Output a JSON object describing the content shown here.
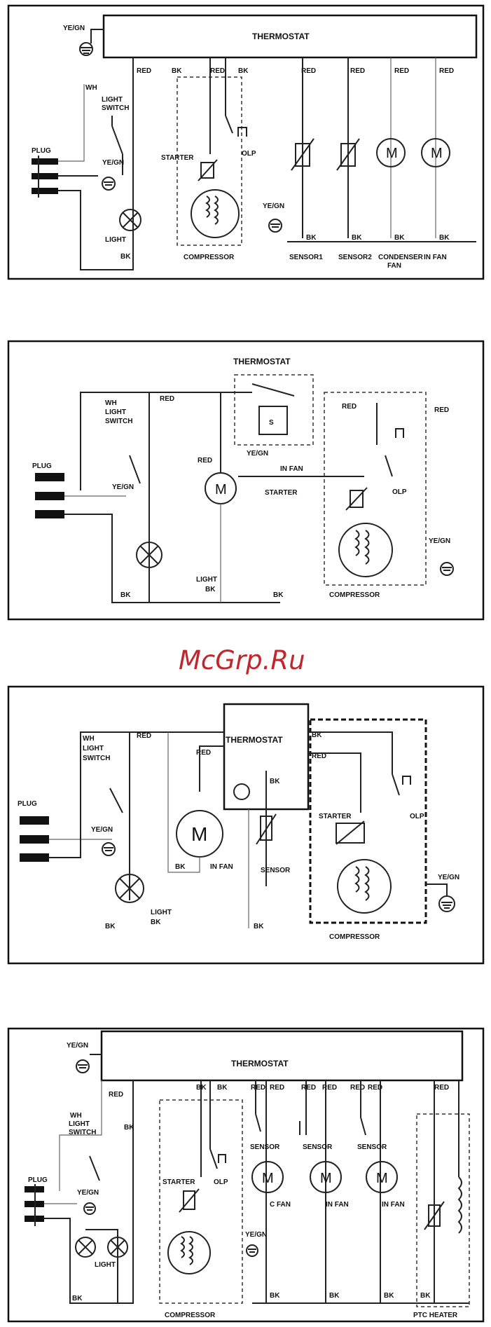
{
  "watermark": "McGrp.Ru",
  "d1": {
    "thermostat": "THERMOSTAT",
    "ygn": "YE/GN",
    "wh": "WH",
    "light_switch": "LIGHT\nSWITCH",
    "plug": "PLUG",
    "ygn2": "YE/GN",
    "light": "LIGHT",
    "bk": "BK",
    "red1": "RED",
    "bk1": "BK",
    "red2": "RED",
    "bk2": "BK",
    "starter": "STARTER",
    "olp": "OLP",
    "ygn3": "YE/GN",
    "compressor": "COMPRESSOR",
    "red3": "RED",
    "red4": "RED",
    "red5": "RED",
    "red6": "RED",
    "bk3": "BK",
    "bk4": "BK",
    "bk5": "BK",
    "bk6": "BK",
    "motor": "M",
    "sensor1": "SENSOR1",
    "sensor2": "SENSOR2",
    "condenser": "CONDENSER\nFAN",
    "infan": "IN FAN"
  },
  "d2": {
    "thermostat": "THERMOSTAT",
    "wh_light_switch": "WH\nLIGHT\nSWITCH",
    "red_top": "RED",
    "plug": "PLUG",
    "ygn": "YE/GN",
    "red_m": "RED",
    "motor": "M",
    "ygn_t": "YE/GN",
    "infan": "IN FAN",
    "starter": "STARTER",
    "red_c": "RED",
    "red_r": "RED",
    "olp": "OLP",
    "ygn_r": "YE/GN",
    "light_bk": "LIGHT\nBK",
    "bk1": "BK",
    "bk2": "BK",
    "compressor": "COMPRESSOR"
  },
  "d3": {
    "wh_light_switch": "WH\nLIGHT\nSWITCH",
    "red_top": "RED",
    "thermostat": "THERMOSTAT",
    "bk_t": "BK",
    "red_t": "RED",
    "red_m": "RED",
    "plug": "PLUG",
    "ygn": "YE/GN",
    "motor": "M",
    "bk_m": "BK",
    "infan": "IN FAN",
    "bk_s": "BK",
    "sensor": "SENSOR",
    "starter": "STARTER",
    "olp": "OLP",
    "ygn_r": "YE/GN",
    "light_bk": "LIGHT\nBK",
    "bk_l": "BK",
    "bk_b": "BK",
    "compressor": "COMPRESSOR"
  },
  "d4": {
    "ygn": "YE/GN",
    "thermostat": "THERMOSTAT",
    "wh_light_switch": "WH\nLIGHT\nSWITCH",
    "red1": "RED",
    "bk1": "BK",
    "bk2": "BK",
    "bk3": "BK",
    "plug": "PLUG",
    "ygn2": "YE/GN",
    "light": "LIGHT",
    "bk_l": "BK",
    "starter": "STARTER",
    "olp": "OLP",
    "ygn3": "YE/GN",
    "compressor": "COMPRESSOR",
    "red_a": "RED",
    "red_b": "RED",
    "red_c": "RED",
    "red_d": "RED",
    "red_e": "RED",
    "red_f": "RED",
    "red_g": "RED",
    "sensor1": "SENSOR",
    "sensor2": "SENSOR",
    "sensor3": "SENSOR",
    "motor": "M",
    "cfan": "C FAN",
    "infan1": "IN FAN",
    "infan2": "IN FAN",
    "bk_a": "BK",
    "bk_b": "BK",
    "bk_c": "BK",
    "bk_d": "BK",
    "ptc": "PTC HEATER"
  }
}
